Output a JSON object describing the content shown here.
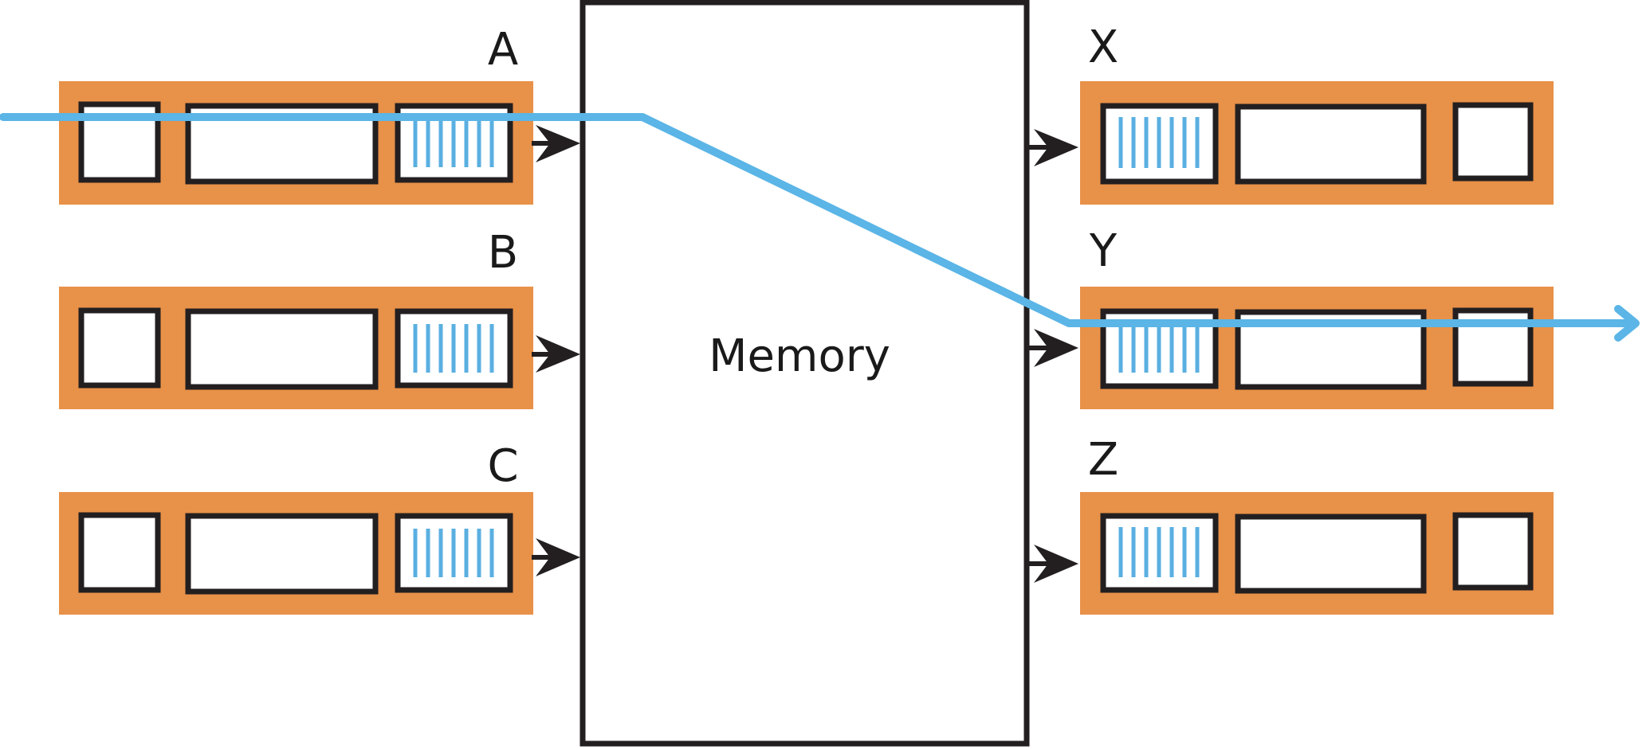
{
  "diagram": {
    "memory": {
      "label": "Memory"
    },
    "input_ports": [
      {
        "label": "A"
      },
      {
        "label": "B"
      },
      {
        "label": "C"
      }
    ],
    "output_ports": [
      {
        "label": "X"
      },
      {
        "label": "Y"
      },
      {
        "label": "Z"
      }
    ],
    "packet_path": {
      "from": "A",
      "to": "Y"
    },
    "colors": {
      "port_fill": "#E89148",
      "stroke": "#231F20",
      "packet_lines": "#5AAFE1",
      "path": "#5BB5E6",
      "background": "#FFFFFF"
    }
  }
}
